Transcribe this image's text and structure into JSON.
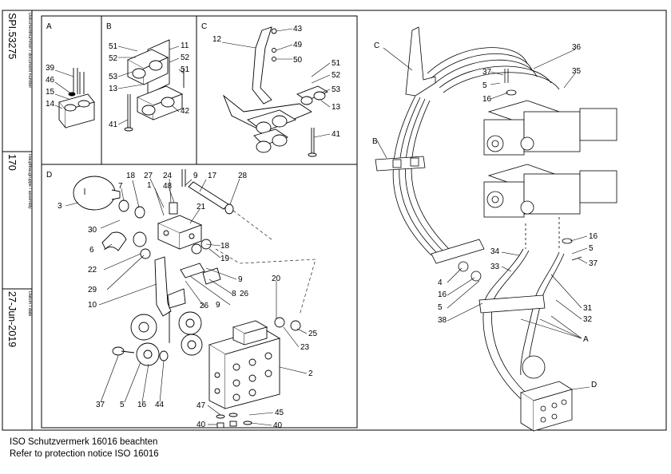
{
  "titleblock": {
    "docnum_caption": "Dokumentnummer / document number",
    "docnum": "SPI.53275",
    "assembly_caption": "Hauptbaugruppe / assembly",
    "assembly": "170",
    "date_caption": "Datum / date",
    "date": "27-Jun-2019"
  },
  "panels": {
    "a": {
      "letter": "A",
      "labels": [
        "39",
        "46",
        "15",
        "14"
      ]
    },
    "b": {
      "letter": "B",
      "labels": [
        "51",
        "52",
        "53",
        "13",
        "41",
        "11",
        "52",
        "51",
        "42"
      ]
    },
    "c": {
      "letter": "C",
      "labels": [
        "43",
        "12",
        "49",
        "50",
        "51",
        "52",
        "53",
        "13",
        "41"
      ]
    },
    "d": {
      "letter": "D",
      "labels": [
        "3",
        "7",
        "18",
        "27",
        "1",
        "24",
        "48",
        "9",
        "17",
        "28",
        "21",
        "30",
        "6",
        "22",
        "29",
        "18",
        "19",
        "9",
        "8",
        "26",
        "9",
        "20",
        "10",
        "26",
        "25",
        "23",
        "2",
        "37",
        "5",
        "16",
        "44",
        "47",
        "45",
        "40",
        "40"
      ]
    },
    "main": {
      "labels": [
        "C",
        "36",
        "37",
        "35",
        "5",
        "16",
        "B",
        "16",
        "5",
        "37",
        "34",
        "33",
        "4",
        "16",
        "5",
        "38",
        "31",
        "32",
        "A",
        "D"
      ]
    }
  },
  "footer": {
    "line1": "ISO Schutzvermerk 16016 beachten",
    "line2": "Refer to protection notice ISO 16016"
  }
}
